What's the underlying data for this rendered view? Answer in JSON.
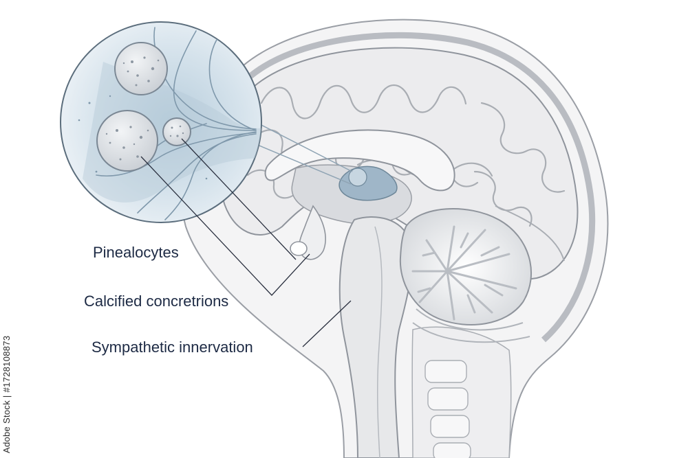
{
  "labels": {
    "pinealocytes": "Pinealocytes",
    "calcified_concretions": "Calcified concretrions",
    "sympathetic_innervation": "Sympathetic innervation"
  },
  "watermark": {
    "text": "Adobe Stock | #1728108873"
  },
  "colors": {
    "line": "#2b3140",
    "outline": "#8f949c",
    "tissue": "#ececee",
    "tissue_dark": "#cfd2d6",
    "gland_blue": "#9fb6c8",
    "lens_blue": "#c4d6e2"
  }
}
